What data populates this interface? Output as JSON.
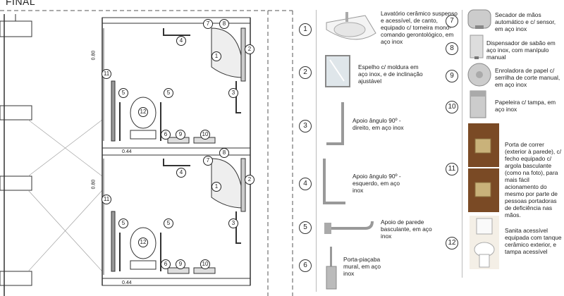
{
  "page": {
    "title": "FINAL"
  },
  "plan": {
    "callouts_top": [
      "7",
      "8",
      "4",
      "1",
      "2",
      "11",
      "3",
      "5",
      "5",
      "12",
      "6",
      "9",
      "10"
    ],
    "callouts_bottom": [
      "7",
      "8",
      "4",
      "1",
      "2",
      "11",
      "3",
      "5",
      "5",
      "12",
      "6",
      "9",
      "10"
    ],
    "dim_width": "0.44",
    "dim_height": "0.80"
  },
  "legend": [
    {
      "number": "1",
      "text": "Lavatório cerâmico suspenso e acessível, de canto, equipado c/ torneira mono-comando gerontológico, em aço inox",
      "icon": "corner-sink-icon"
    },
    {
      "number": "2",
      "text": "Espelho c/ moldura em aço inox, e de inclinação ajustável",
      "icon": "tilting-mirror-icon"
    },
    {
      "number": "3",
      "text": "Apoio ângulo 90º - direito, em aço inox",
      "icon": "grab-bar-right-icon"
    },
    {
      "number": "4",
      "text": "Apoio ângulo 90º - esquerdo, em aço inox",
      "icon": "grab-bar-left-icon"
    },
    {
      "number": "5",
      "text": "Apoio de parede basculante, em aço inox",
      "icon": "folding-support-icon"
    },
    {
      "number": "6",
      "text": "Porta-piaçaba mural, em aço inox",
      "icon": "toilet-brush-holder-icon"
    },
    {
      "number": "7",
      "text": "Secador de mãos automático e c/ sensor, em aço inox",
      "icon": "hand-dryer-icon"
    },
    {
      "number": "8",
      "text": "Dispensador de sabão em aço inox, com manípulo manual",
      "icon": "soap-dispenser-icon"
    },
    {
      "number": "9",
      "text": "Enroladora de papel c/ serrilha de corte manual, em aço inox",
      "icon": "paper-roll-holder-icon"
    },
    {
      "number": "10",
      "text": "Papeleira c/ tampa, em aço inox",
      "icon": "waste-bin-icon"
    },
    {
      "number": "11",
      "text": "Porta de correr (exterior à parede), c/ fecho equipado c/ argola basculante (como na foto), para mais fácil acionamento do mesmo por parte de pessoas portadoras de deficiência nas mãos.",
      "icon": "sliding-door-lock-icon"
    },
    {
      "number": "12",
      "text": "Sanita acessível equipada com tanque cerâmico exterior, e tampa acessível",
      "icon": "accessible-toilet-icon"
    }
  ]
}
